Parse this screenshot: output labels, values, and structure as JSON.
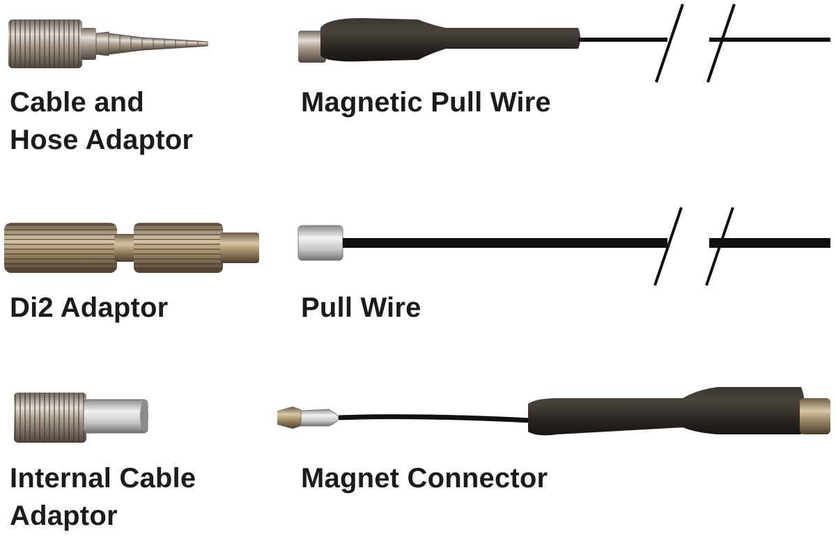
{
  "items": {
    "cable_hose_adaptor": {
      "line1": "Cable and",
      "line2": "Hose Adaptor"
    },
    "magnetic_pull_wire": {
      "label": "Magnetic Pull Wire"
    },
    "di2_adaptor": {
      "label": "Di2 Adaptor"
    },
    "pull_wire": {
      "label": "Pull Wire"
    },
    "internal_cable_adaptor": {
      "line1": "Internal Cable",
      "line2": "Adaptor"
    },
    "magnet_connector": {
      "label": "Magnet Connector"
    }
  },
  "colors": {
    "background": "#ffffff",
    "text": "#1b1b1b",
    "metal": "#a89a8a",
    "wire": "#111111",
    "heat_shrink": "#2a2622"
  }
}
